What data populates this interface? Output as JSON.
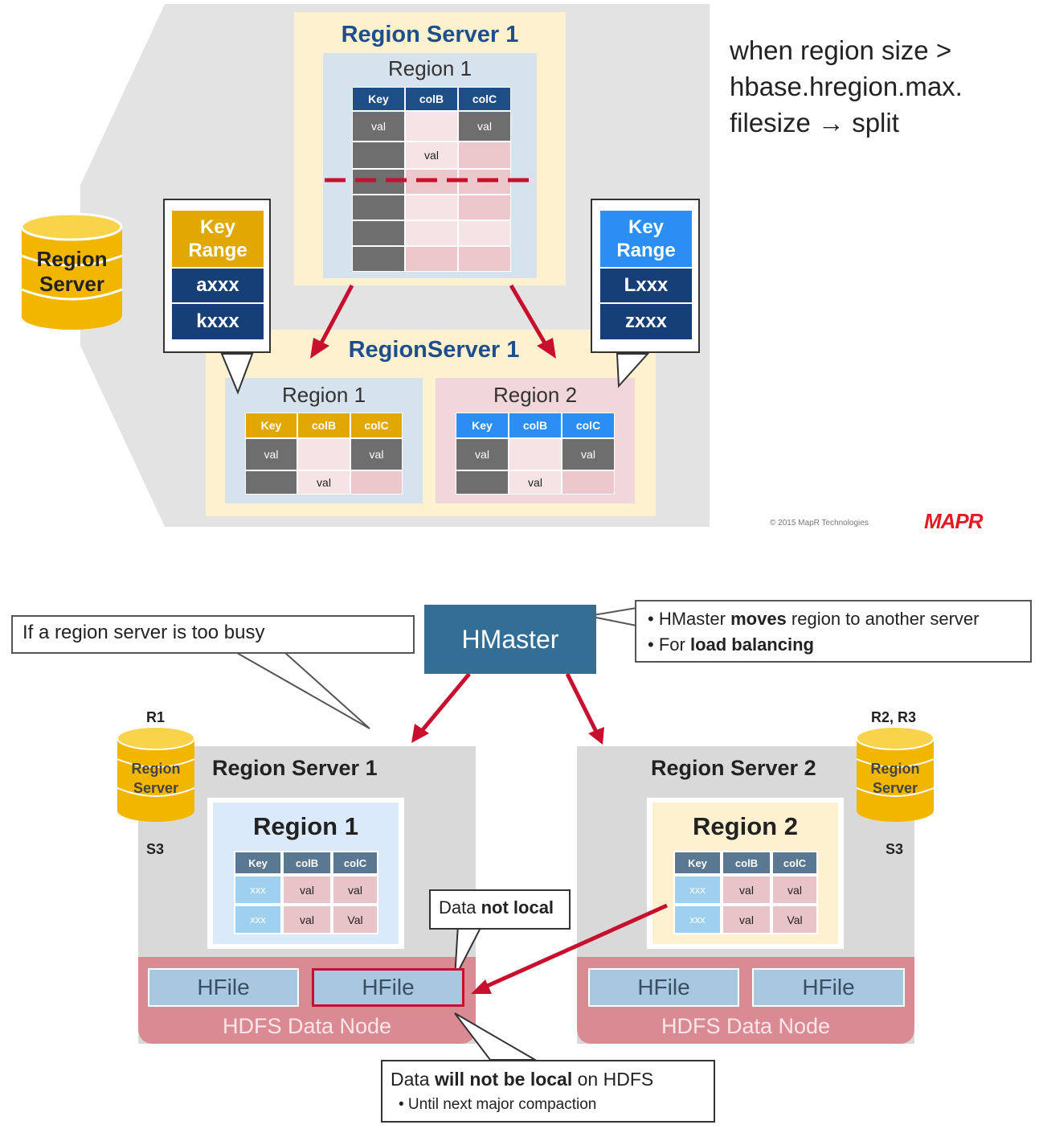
{
  "top": {
    "side_label": "Region\nServer",
    "server_title": "Region Server 1",
    "region_label": "Region 1",
    "table_headers": [
      "Key",
      "colB",
      "colC"
    ],
    "val": "val",
    "split_note_line1": "when region size >",
    "split_note_line2": "hbase.hregion.max.",
    "split_note_line3": "filesize  → split",
    "after_title": "RegionServer 1",
    "left_key_range": {
      "title": "Key Range",
      "rows": [
        "axxx",
        "kxxx"
      ]
    },
    "right_key_range": {
      "title": "Key Range",
      "rows": [
        "Lxxx",
        "zxxx"
      ]
    },
    "region1_label": "Region 1",
    "region2_label": "Region 2",
    "copyright": "© 2015 MapR Technologies",
    "logo": "MAPR",
    "colors": {
      "navy": "#1d4e86",
      "gold": "#e0a800",
      "blue": "#2b8ef3",
      "split_line": "#c8102e"
    }
  },
  "bottom": {
    "busy_callout": "If a region server is too busy",
    "hmaster": "HMaster",
    "hmaster_note": {
      "line1_pre": "HMaster ",
      "line1_bold": "moves",
      "line1_post": " region to another server",
      "line2_pre": "For ",
      "line2_bold": "load balancing"
    },
    "left_server": {
      "tag": "R1",
      "icon_label": "Region\nServer",
      "s_label": "S3",
      "title": "Region Server 1",
      "region": "Region 1",
      "headers": [
        "Key",
        "colB",
        "colC"
      ],
      "rows": [
        [
          "xxx",
          "val",
          "val"
        ],
        [
          "xxx",
          "val",
          "Val"
        ]
      ],
      "hfiles": [
        "HFile",
        "HFile"
      ],
      "hdfs": "HDFS Data Node"
    },
    "right_server": {
      "tag": "R2, R3",
      "icon_label": "Region\nServer",
      "s_label": "S3",
      "title": "Region Server 2",
      "region": "Region 2",
      "headers": [
        "Key",
        "colB",
        "colC"
      ],
      "rows": [
        [
          "xxx",
          "val",
          "val"
        ],
        [
          "xxx",
          "val",
          "Val"
        ]
      ],
      "hfiles": [
        "HFile",
        "HFile"
      ],
      "hdfs": "HDFS Data Node"
    },
    "not_local": {
      "pre": "Data ",
      "bold": "not local"
    },
    "will_not_local": {
      "pre": "Data ",
      "bold": "will not be local",
      "post": " on HDFS",
      "bullet": "• Until next major compaction"
    },
    "colors": {
      "hmaster": "#336e96",
      "hdfs": "#d98a92",
      "server_bg": "#d9d9d9",
      "arrow": "#c8102e"
    }
  }
}
